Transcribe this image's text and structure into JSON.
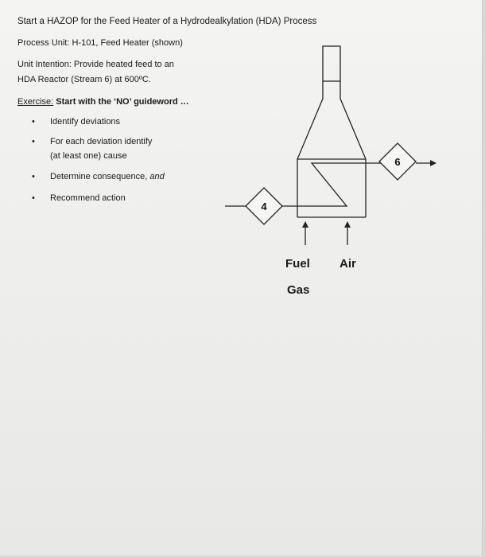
{
  "title": "Start a HAZOP for the Feed Heater of a Hydrodealkylation (HDA) Process",
  "process_unit": "Process Unit: H-101, Feed Heater (shown)",
  "unit_intention_line1": "Unit Intention: Provide heated feed to an",
  "unit_intention_line2": "HDA Reactor (Stream 6) at 600ºC.",
  "exercise_label": "Exercise:",
  "exercise_text": " Start with the ‘NO’ guideword …",
  "bullets": [
    {
      "line1": "Identify deviations",
      "line2": ""
    },
    {
      "line1": "For each deviation identify",
      "line2": "(at least one) cause"
    },
    {
      "line1": "Determine consequence, ",
      "em": "and"
    },
    {
      "line1": "Recommend action"
    }
  ],
  "diagram": {
    "stream_in": "4",
    "stream_out": "6",
    "fuel_label": "Fuel",
    "gas_label": "Gas",
    "air_label": "Air"
  }
}
